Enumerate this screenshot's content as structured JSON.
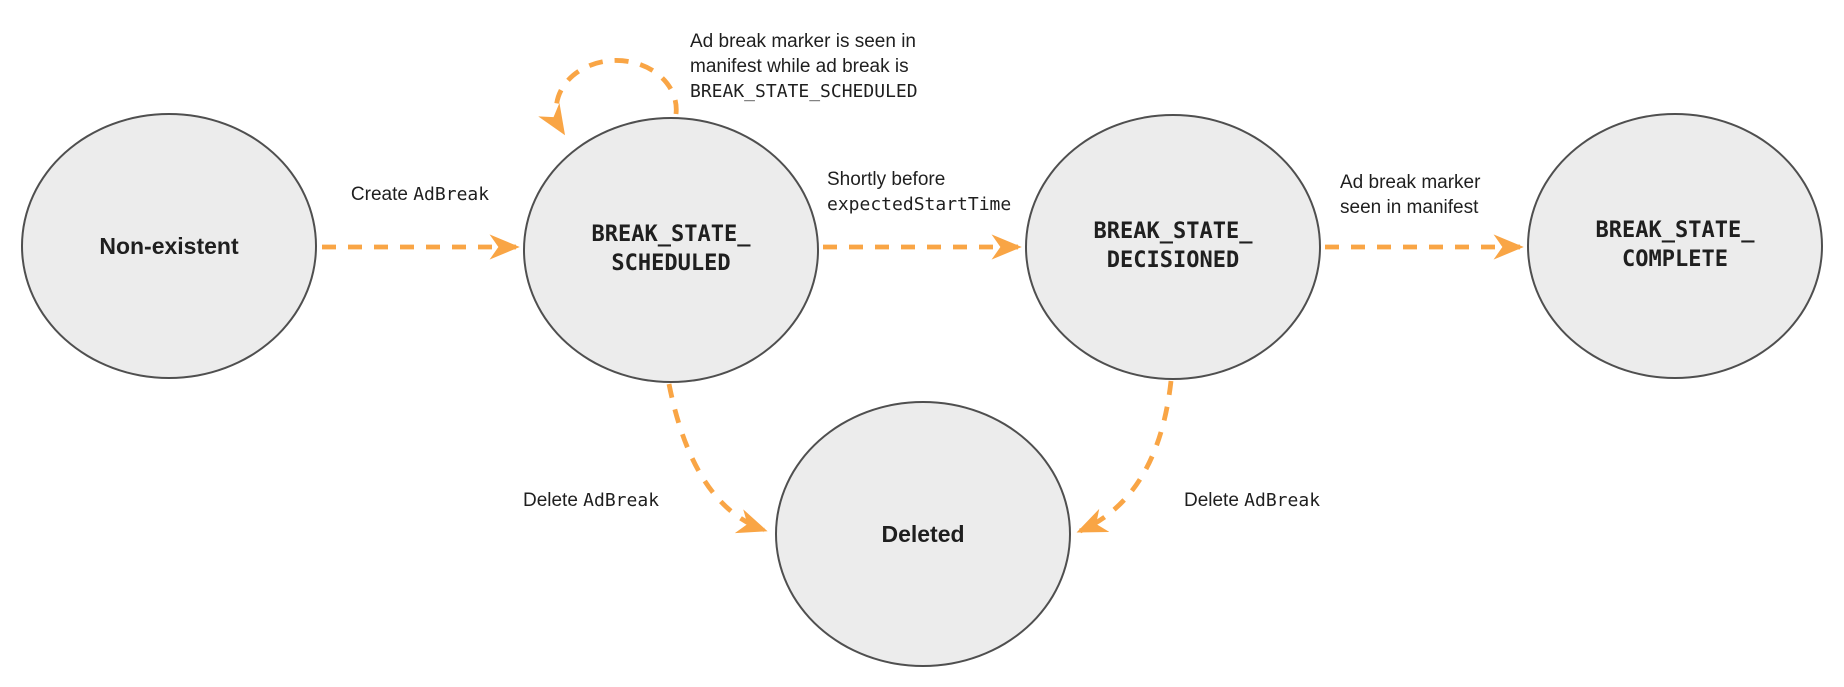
{
  "colors": {
    "arrow": "#F9A545",
    "node-fill": "#ECECEC",
    "node-border": "#4F4F4F",
    "text": "#1F1F1F"
  },
  "nodes": {
    "non_existent": {
      "label": "Non-existent"
    },
    "scheduled": {
      "label": "BREAK_STATE_\nSCHEDULED"
    },
    "decisioned": {
      "label": "BREAK_STATE_\nDECISIONED"
    },
    "complete": {
      "label": "BREAK_STATE_\nCOMPLETE"
    },
    "deleted": {
      "label": "Deleted"
    }
  },
  "edges": {
    "create": {
      "action": "Create",
      "object": "AdBreak"
    },
    "self_loop": {
      "line1": "Ad break marker is seen in",
      "line2": "manifest while ad break is",
      "line3": "BREAK_STATE_SCHEDULED"
    },
    "to_decisioned": {
      "line1": "Shortly before",
      "line2": "expectedStartTime"
    },
    "to_complete": {
      "line1": "Ad break marker",
      "line2": "seen in manifest"
    },
    "delete_from_scheduled": {
      "action": "Delete",
      "object": "AdBreak"
    },
    "delete_from_decisioned": {
      "action": "Delete",
      "object": "AdBreak"
    }
  }
}
